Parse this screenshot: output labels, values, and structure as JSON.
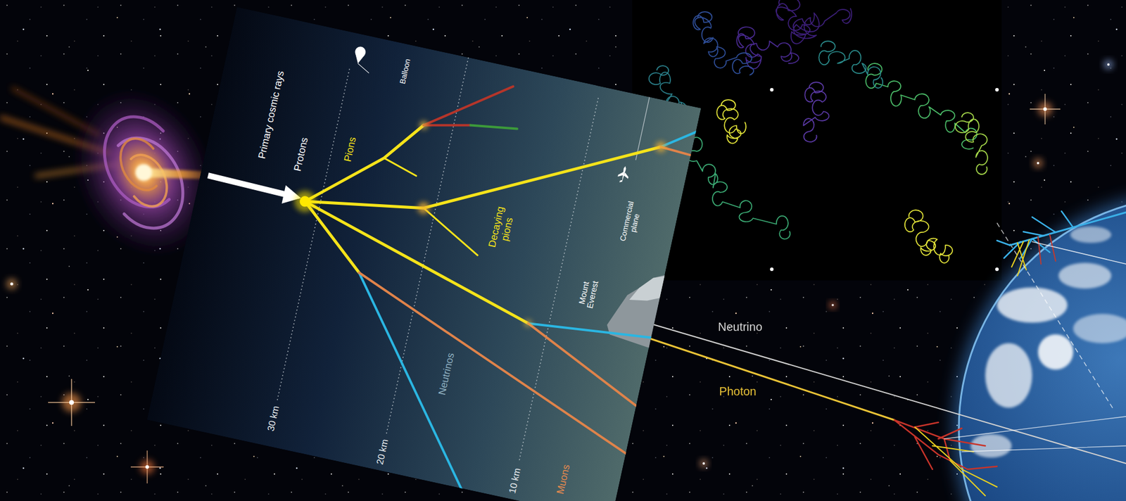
{
  "diagram": {
    "labels": [
      "Primary cosmic rays",
      "Protons",
      "Pions",
      "Balloon",
      "Decaying pions",
      "Commercial plane",
      "Mount Everest",
      "Neutrinos",
      "30 km",
      "20 km",
      "10 km",
      "Muons",
      "Neutrino",
      "Photon"
    ]
  }
}
